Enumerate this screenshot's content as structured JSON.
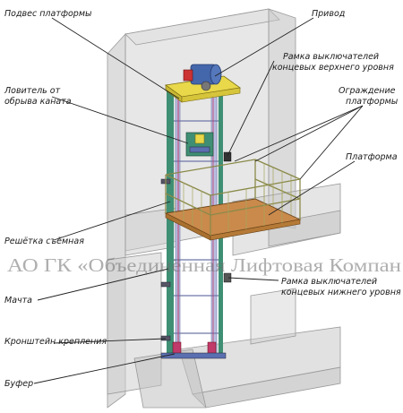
{
  "labels": {
    "platform_suspension": "Подвес платформы",
    "drive": "Привод",
    "upper_limit_frame_1": "Рамка выключателей",
    "upper_limit_frame_2": "концевых верхнего уровня",
    "rope_catcher_1": "Ловитель от",
    "rope_catcher_2": "обрыва каната",
    "platform_fence_1": "Ограждение",
    "platform_fence_2": "платформы",
    "platform": "Платформа",
    "removable_grate": "Решётка съёмная",
    "lower_limit_frame_1": "Рамка выключателей",
    "lower_limit_frame_2": "концевых нижнего уровня",
    "mast": "Мачта",
    "mounting_bracket": "Кронштейн крепления",
    "buffer": "Буфер"
  },
  "watermark": "АО ГК «Объединённая Лифтовая Компан",
  "colors": {
    "wall": "#c9c9c9",
    "mast": "#3f8f74",
    "rail": "#b9bfe0",
    "platform_floor": "#c98a4b",
    "fence": "#8a8a4a",
    "motor": "#4466aa",
    "drive_frame": "#e8d84a"
  }
}
